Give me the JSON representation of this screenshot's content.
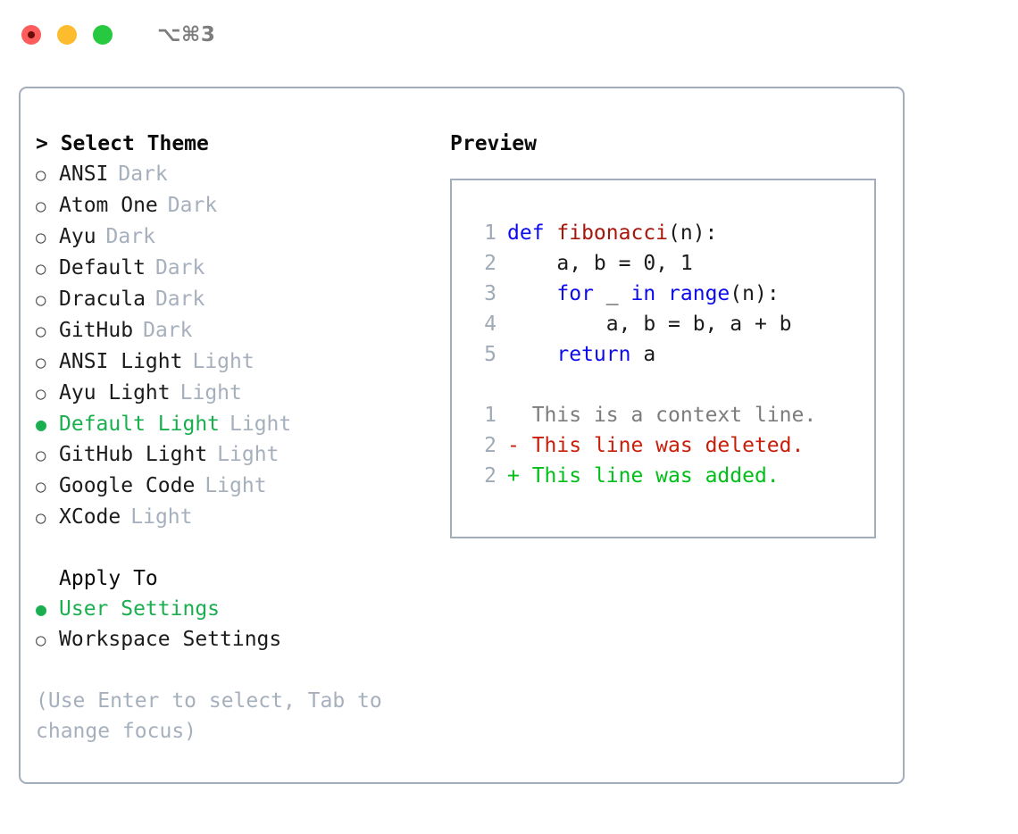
{
  "titlebar": {
    "shortcut": "⌥⌘3",
    "buttons": [
      {
        "name": "close",
        "color": "#fc5c5c"
      },
      {
        "name": "minimize",
        "color": "#fdbc2e"
      },
      {
        "name": "maximize",
        "color": "#26c940"
      }
    ]
  },
  "theme_picker": {
    "header_prefix": "> ",
    "header": "Select Theme",
    "bullet_unselected": "○",
    "bullet_selected": "●",
    "items": [
      {
        "label": "ANSI",
        "suffix": "Dark",
        "selected": false
      },
      {
        "label": "Atom One",
        "suffix": "Dark",
        "selected": false
      },
      {
        "label": "Ayu",
        "suffix": "Dark",
        "selected": false
      },
      {
        "label": "Default",
        "suffix": "Dark",
        "selected": false
      },
      {
        "label": "Dracula",
        "suffix": "Dark",
        "selected": false
      },
      {
        "label": "GitHub",
        "suffix": "Dark",
        "selected": false
      },
      {
        "label": "ANSI Light",
        "suffix": "Light",
        "selected": false
      },
      {
        "label": "Ayu Light",
        "suffix": "Light",
        "selected": false
      },
      {
        "label": "Default Light",
        "suffix": "Light",
        "selected": true
      },
      {
        "label": "GitHub Light",
        "suffix": "Light",
        "selected": false
      },
      {
        "label": "Google Code",
        "suffix": "Light",
        "selected": false
      },
      {
        "label": "XCode",
        "suffix": "Light",
        "selected": false
      }
    ]
  },
  "apply_to": {
    "header": "Apply To",
    "items": [
      {
        "label": "User Settings",
        "selected": true
      },
      {
        "label": "Workspace Settings",
        "selected": false
      }
    ]
  },
  "hint": "(Use Enter to select, Tab to change focus)",
  "preview": {
    "title": "Preview",
    "code_lines": [
      {
        "lineno": "1",
        "tokens": [
          {
            "t": "def ",
            "c": "kw"
          },
          {
            "t": "fibonacci",
            "c": "fn"
          },
          {
            "t": "(n):",
            "c": "plain"
          }
        ]
      },
      {
        "lineno": "2",
        "tokens": [
          {
            "t": "    a, b = 0, 1",
            "c": "plain"
          }
        ]
      },
      {
        "lineno": "3",
        "tokens": [
          {
            "t": "    ",
            "c": "plain"
          },
          {
            "t": "for",
            "c": "kw"
          },
          {
            "t": " _ ",
            "c": "plain"
          },
          {
            "t": "in",
            "c": "kw"
          },
          {
            "t": " ",
            "c": "plain"
          },
          {
            "t": "range",
            "c": "kw"
          },
          {
            "t": "(n):",
            "c": "plain"
          }
        ]
      },
      {
        "lineno": "4",
        "tokens": [
          {
            "t": "        a, b = b, a + b",
            "c": "plain"
          }
        ]
      },
      {
        "lineno": "5",
        "tokens": [
          {
            "t": "    ",
            "c": "plain"
          },
          {
            "t": "return",
            "c": "kw"
          },
          {
            "t": " a",
            "c": "plain"
          }
        ]
      }
    ],
    "diff_lines": [
      {
        "lineno": "1",
        "marker": " ",
        "text": " This is a context line.",
        "kind": "ctx"
      },
      {
        "lineno": "2",
        "marker": "-",
        "text": " This line was deleted.",
        "kind": "del"
      },
      {
        "lineno": "2",
        "marker": "+",
        "text": " This line was added.",
        "kind": "add"
      }
    ]
  },
  "colors": {
    "accent_green": "#19af4e",
    "border": "#a3adbb",
    "muted": "#a6b0bd",
    "keyword_blue": "#0b0bee",
    "function_red": "#a8160b",
    "diff_delete": "#c81e0a",
    "diff_add": "#00bf18"
  }
}
